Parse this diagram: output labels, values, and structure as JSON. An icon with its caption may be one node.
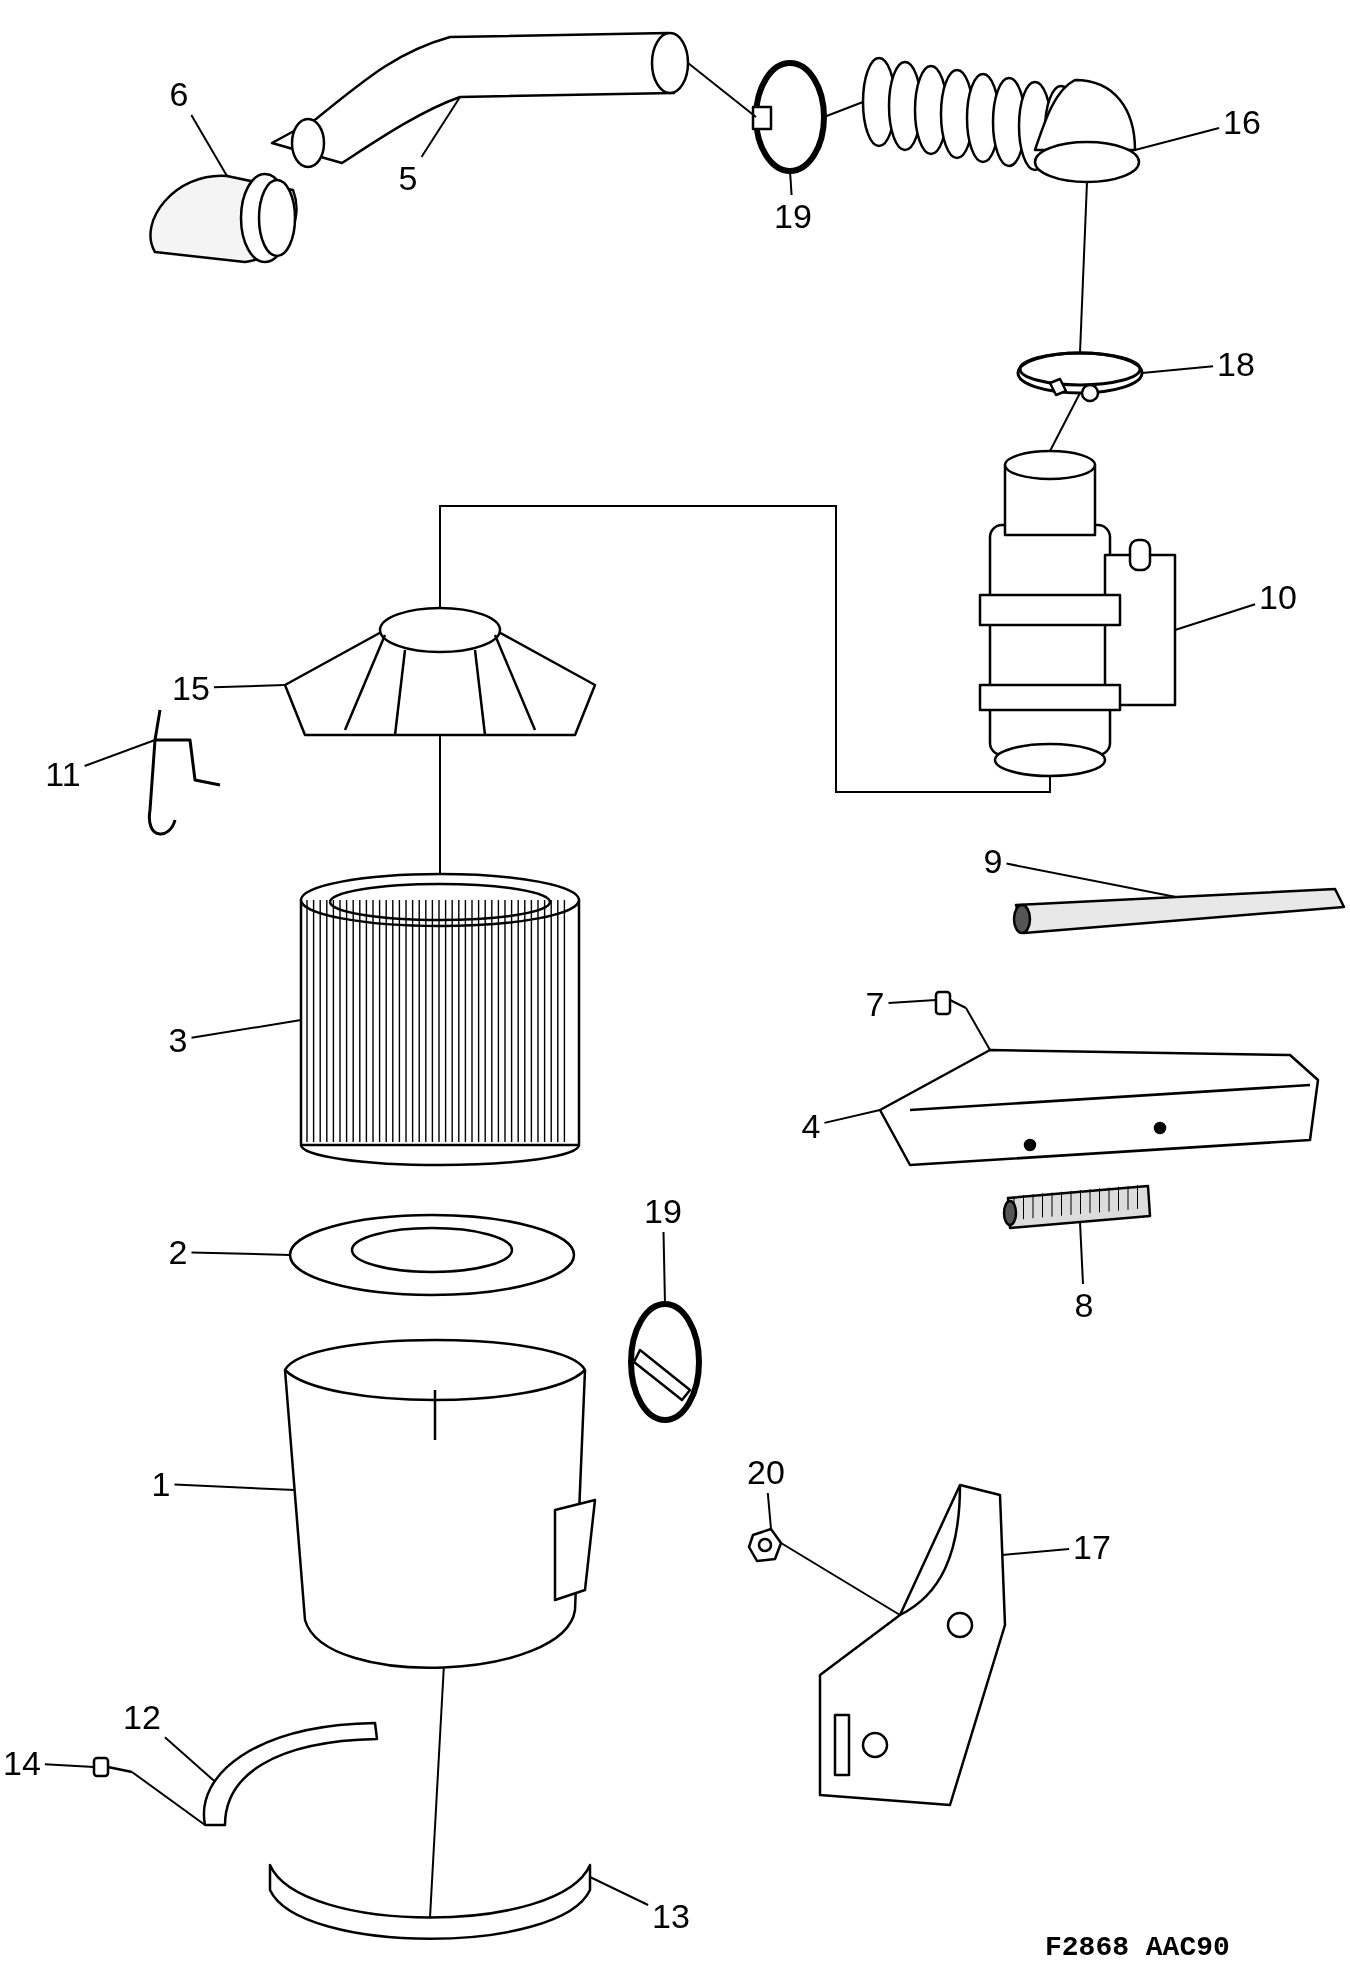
{
  "diagram": {
    "nodes": [
      {
        "text": [
          "6"
        ]
      },
      {
        "text": [
          "5"
        ]
      },
      {
        "text": [
          "19"
        ]
      },
      {
        "text": [
          "16"
        ]
      },
      {
        "text": [
          "18"
        ]
      },
      {
        "text": [
          "10"
        ]
      },
      {
        "text": [
          "15"
        ]
      },
      {
        "text": [
          "11"
        ]
      },
      {
        "text": [
          "9"
        ]
      },
      {
        "text": [
          "7"
        ]
      },
      {
        "text": [
          "3"
        ]
      },
      {
        "text": [
          "4"
        ]
      },
      {
        "text": [
          "19"
        ]
      },
      {
        "text": [
          "2"
        ]
      },
      {
        "text": [
          "8"
        ]
      },
      {
        "text": [
          "20"
        ]
      },
      {
        "text": [
          "17"
        ]
      },
      {
        "text": [
          "1"
        ]
      },
      {
        "text": [
          "12"
        ]
      },
      {
        "text": [
          "14"
        ]
      },
      {
        "text": [
          "13"
        ]
      },
      {
        "text": [],
        "shape": "picture"
      },
      {
        "text": [],
        "shape": "picture"
      },
      {
        "text": [],
        "shape": "picture"
      },
      {
        "text": [],
        "shape": "picture"
      },
      {
        "text": [],
        "shape": "picture"
      },
      {
        "text": [],
        "shape": "picture"
      },
      {
        "text": [],
        "shape": "picture"
      },
      {
        "text": [],
        "shape": "picture"
      },
      {
        "text": [],
        "shape": "picture"
      },
      {
        "text": [],
        "shape": "picture"
      },
      {
        "text": [],
        "shape": "picture"
      },
      {
        "text": [],
        "shape": "picture"
      },
      {
        "text": [],
        "shape": "picture"
      },
      {
        "text": [],
        "shape": "picture"
      },
      {
        "text": [],
        "shape": "picture"
      },
      {
        "text": [],
        "shape": "picture"
      },
      {
        "text": [],
        "shape": "picture"
      },
      {
        "text": [],
        "shape": "picture"
      },
      {
        "text": [],
        "shape": "picture"
      },
      {
        "text": [],
        "shape": "picture"
      },
      {
        "text": [],
        "shape": "picture"
      }
    ],
    "edges": [
      {
        "from": 0,
        "to": 21,
        "arrow": "none"
      },
      {
        "from": 1,
        "to": 22,
        "arrow": "none"
      },
      {
        "from": 2,
        "to": 23,
        "arrow": "none"
      },
      {
        "from": 3,
        "to": 24,
        "arrow": "none"
      },
      {
        "from": 4,
        "to": 25,
        "arrow": "none"
      },
      {
        "from": 5,
        "to": 26,
        "arrow": "none"
      },
      {
        "from": 6,
        "to": 27,
        "arrow": "none"
      },
      {
        "from": 7,
        "to": 28,
        "arrow": "none"
      },
      {
        "from": 8,
        "to": 29,
        "arrow": "none"
      },
      {
        "from": 9,
        "to": 30,
        "arrow": "none"
      },
      {
        "from": 10,
        "to": 31,
        "arrow": "none"
      },
      {
        "from": 11,
        "to": 32,
        "arrow": "none"
      },
      {
        "from": 12,
        "to": 33,
        "arrow": "none"
      },
      {
        "from": 13,
        "to": 34,
        "arrow": "none"
      },
      {
        "from": 14,
        "to": 35,
        "arrow": "none"
      },
      {
        "from": 15,
        "to": 36,
        "arrow": "none"
      },
      {
        "from": 16,
        "to": 37,
        "arrow": "none"
      },
      {
        "from": 17,
        "to": 38,
        "arrow": "none"
      },
      {
        "from": 18,
        "to": 39,
        "arrow": "none"
      },
      {
        "from": 19,
        "to": 40,
        "arrow": "none"
      },
      {
        "from": 20,
        "to": 41,
        "arrow": "none"
      },
      {
        "from": 22,
        "to": 23,
        "arrow": "none"
      },
      {
        "from": 23,
        "to": 24,
        "arrow": "none"
      },
      {
        "from": 24,
        "to": 25,
        "arrow": "none"
      },
      {
        "from": 25,
        "to": 26,
        "arrow": "none"
      },
      {
        "from": 26,
        "to": 27,
        "arrow": "none"
      },
      {
        "from": 27,
        "to": 31,
        "arrow": "none"
      },
      {
        "from": 30,
        "to": 32,
        "arrow": "none"
      },
      {
        "from": 36,
        "to": 37,
        "arrow": "none"
      },
      {
        "from": 40,
        "to": 39,
        "arrow": "none"
      },
      {
        "from": 38,
        "to": 41,
        "arrow": "none"
      }
    ],
    "labels": [
      "F2868 AAC90"
    ]
  }
}
